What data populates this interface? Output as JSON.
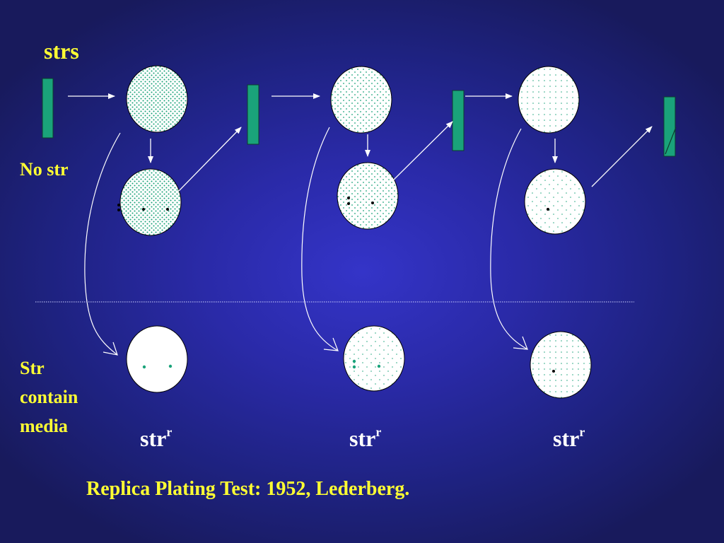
{
  "slide": {
    "top_label": "strs",
    "no_str_label": "No str",
    "str_media_label": [
      "Str",
      "contain",
      "media"
    ],
    "result_label": "str",
    "result_superscript": "r",
    "caption": "Replica Plating Test: 1952, Lederberg."
  },
  "colors": {
    "background": "#2a2aa8",
    "label_yellow": "#ffff33",
    "culture_tube": "#1aa37a",
    "dots": "#1aa37a",
    "arrows": "#ffffff"
  }
}
